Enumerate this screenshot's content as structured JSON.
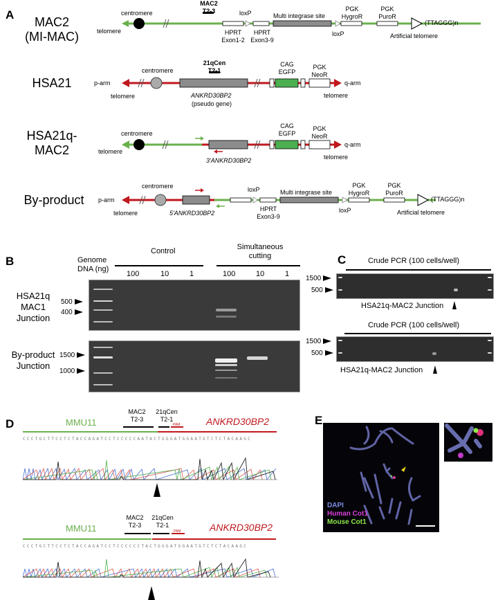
{
  "panels": {
    "A": {
      "letter": "A",
      "rows": [
        {
          "title": "MAC2\n(MI-MAC)",
          "title_line1": "MAC2",
          "title_line2": "(MI-MAC)",
          "labels": {
            "centromere": "centromere",
            "telomere": "telomere",
            "target_line1": "MAC2",
            "target_line2": "T2-3",
            "loxP1": "loxP",
            "hprt12_line1": "HPRT",
            "hprt12_line2": "Exon1-2",
            "hprt39_line1": "HPRT",
            "hprt39_line2": "Exon3-9",
            "multi": "Multi integrase site",
            "loxP2": "loxP",
            "hygro_line1": "PGK",
            "hygro_line2": "HygroR",
            "puro_line1": "PGK",
            "puro_line2": "PuroR",
            "telo_repeat": "(TTAGGG)n",
            "artificial": "Artificial telomere"
          }
        },
        {
          "title_line1": "HSA21",
          "labels": {
            "parm": "p-arm",
            "centromere": "centromere",
            "telomere_left": "telomere",
            "target_line1": "21qCen",
            "target_line2": "T2-1",
            "gene": "ANKRD30BP2",
            "gene_note": "(pseudo gene)",
            "egfp_line1": "CAG",
            "egfp_line2": "EGFP",
            "neo_line1": "PGK",
            "neo_line2": "NeoR",
            "qarm": "q-arm",
            "telomere_right": "telomere"
          }
        },
        {
          "title_line1": "HSA21q-",
          "title_line2": "MAC2",
          "labels": {
            "centromere": "centromere",
            "telomere_left": "telomere",
            "gene": "3'ANKRD30BP2",
            "egfp_line1": "CAG",
            "egfp_line2": "EGFP",
            "neo_line1": "PGK",
            "neo_line2": "NeoR",
            "qarm": "q-arm",
            "telomere_right": "telomere"
          }
        },
        {
          "title_line1": "By-product",
          "labels": {
            "parm": "p-arm",
            "centromere": "centromere",
            "telomere_left": "telomere",
            "gene": "5'ANKRD30BP2",
            "loxP1": "loxP",
            "hprt39_line1": "HPRT",
            "hprt39_line2": "Exon3-9",
            "multi": "Multi integrase site",
            "loxP2": "loxP",
            "hygro_line1": "PGK",
            "hygro_line2": "HygroR",
            "puro_line1": "PGK",
            "puro_line2": "PuroR",
            "telo_repeat": "(TTAGGG)n",
            "artificial": "Artificial telomere"
          }
        }
      ],
      "colors": {
        "mouse": "#6ab04c",
        "human": "#c0181e",
        "gray_box": "#8c8c8c",
        "egfp": "#4caf50"
      }
    },
    "B": {
      "letter": "B",
      "genome_label_line1": "Genome",
      "genome_label_line2": "DNA (ng)",
      "groups": [
        {
          "name": "Control",
          "lanes": [
            "100",
            "10",
            "1"
          ]
        },
        {
          "name_line1": "Simultaneous",
          "name_line2": "cutting",
          "lanes": [
            "100",
            "10",
            "1"
          ]
        }
      ],
      "gels": [
        {
          "side_line1": "HSA21q",
          "side_line2": "MAC1",
          "side_line3": "Junction",
          "markers": [
            "500",
            "400"
          ]
        },
        {
          "side_line1": "By-product",
          "side_line2": "Junction",
          "markers": [
            "1500",
            "1000"
          ]
        }
      ]
    },
    "C": {
      "letter": "C",
      "gels": [
        {
          "header": "Crude PCR (100 cells/well)",
          "markers": [
            "1500",
            "500"
          ],
          "caption": "HSA21q-MAC2 Junction"
        },
        {
          "header": "Crude PCR (100 cells/well)",
          "markers": [
            "1500",
            "500"
          ],
          "caption": "HSA21q-MAC2 Junction"
        }
      ]
    },
    "D": {
      "letter": "D",
      "traces": [
        {
          "left_label": "MMU11",
          "right_label": "ANKRD30BP2",
          "guide1_line1": "MAC2",
          "guide1_line2": "T2-3",
          "guide2_line1": "21qCen",
          "guide2_line2": "T2-1",
          "pam": "PAM",
          "sequence": "CCCTGCTTCCTCTACCAGATCCTCCCCCAATACTGGGATGGAATGTCTCTACAAGC"
        },
        {
          "left_label": "MMU11",
          "right_label": "ANKRD30BP2",
          "guide1_line1": "MAC2",
          "guide1_line2": "T2-3",
          "guide2_line1": "21qCen",
          "guide2_line2": "T2-1",
          "pam": "PAM",
          "sequence": "CCCTGCTTCCTCTACCAGATCCTCCCCCCTACTGGGATGGAATGTCTCTACAAGC"
        }
      ]
    },
    "E": {
      "letter": "E",
      "legend": [
        {
          "label": "DAPI",
          "color": "#7d8ce0"
        },
        {
          "label": "Human Cot1",
          "color": "#d63fd6"
        },
        {
          "label": "Mouse Cot1",
          "color": "#8fe84a"
        }
      ]
    }
  }
}
